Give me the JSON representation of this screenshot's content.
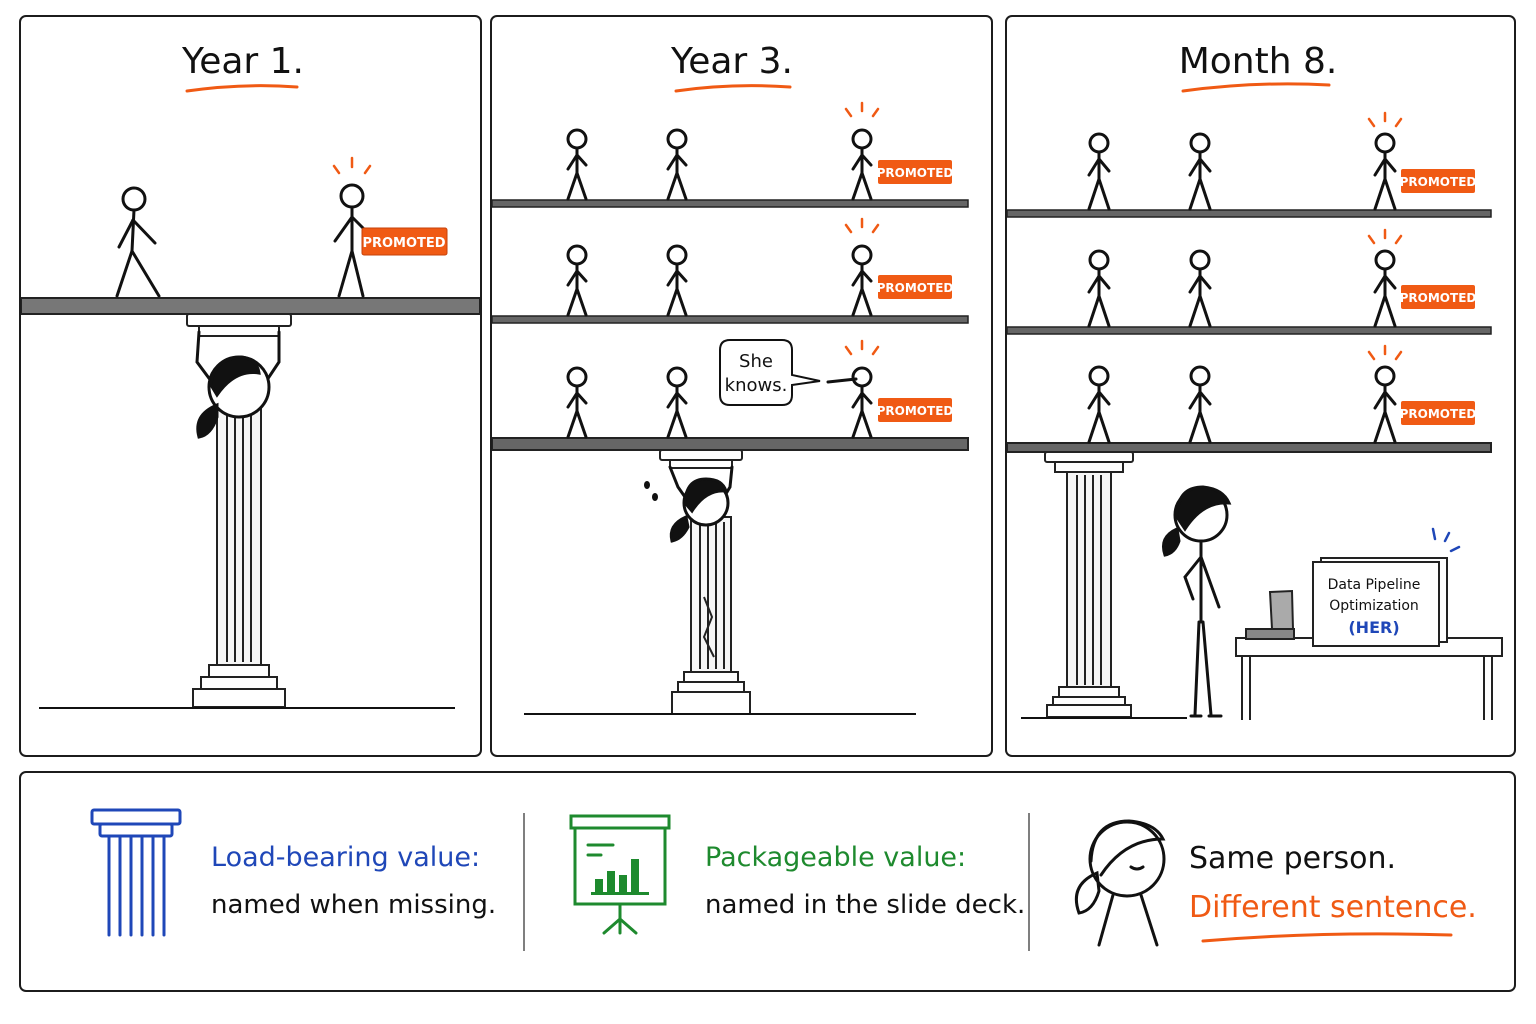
{
  "panels": [
    {
      "title": "Year 1.",
      "badges": [
        "PROMOTED"
      ]
    },
    {
      "title": "Year 3.",
      "badges": [
        "PROMOTED",
        "PROMOTED",
        "PROMOTED"
      ],
      "speech": [
        "She",
        "knows."
      ]
    },
    {
      "title": "Month 8.",
      "badges": [
        "PROMOTED",
        "PROMOTED",
        "PROMOTED"
      ],
      "box": [
        "Data Pipeline",
        "Optimization",
        "(HER)"
      ]
    }
  ],
  "legend": {
    "load": {
      "head": "Load-bearing value:",
      "sub": "named when missing."
    },
    "pack": {
      "head": "Packageable value:",
      "sub": "named in the slide deck."
    },
    "same": {
      "head": "Same person.",
      "sub": "Different sentence."
    }
  },
  "colors": {
    "accent": "#f05a14",
    "badge": "#f05a14",
    "blue": "#1f47b8",
    "green": "#1e8a2e",
    "ink": "#111111"
  }
}
